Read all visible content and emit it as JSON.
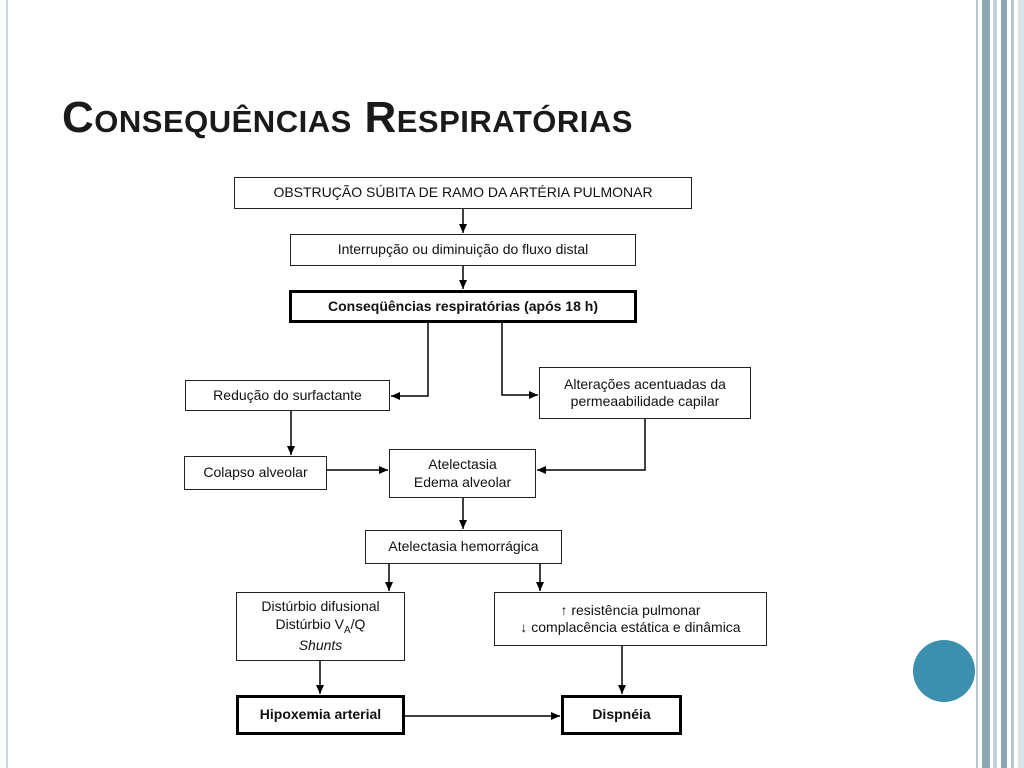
{
  "slide": {
    "title": "Consequências Respiratórias",
    "accent_color": "#3d8fae"
  },
  "diagram": {
    "nodes": {
      "obstrucao": "OBSTRUÇÃO SÚBITA DE RAMO DA ARTÉRIA PULMONAR",
      "interrupcao": "Interrupção ou diminuição do fluxo distal",
      "consequencias": "Conseqüências respiratórias (após 18 h)",
      "reducao_surfactante": "Redução do surfactante",
      "alteracoes": {
        "line1": "Alterações acentuadas da",
        "line2": "permeaabilidade capilar"
      },
      "colapso": "Colapso alveolar",
      "atelectasia_edema": {
        "line1": "Atelectasia",
        "line2": "Edema alveolar"
      },
      "atelectasia_hemorragica": "Atelectasia hemorrágica",
      "disturbio": {
        "line1": "Distúrbio difusional",
        "line2_prefix": "Distúrbio V",
        "line2_sub": "A",
        "line2_suffix": "/Q",
        "line3": "Shunts"
      },
      "resistencia": {
        "line1": "↑ resistência pulmonar",
        "line2": "↓ complacência estática e dinâmica"
      },
      "hipoxemia": "Hipoxemia arterial",
      "dispneia": "Dispnéia"
    }
  }
}
